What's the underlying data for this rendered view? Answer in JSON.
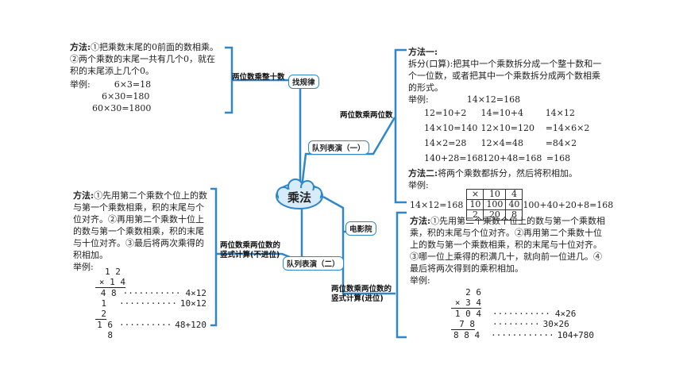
{
  "center": {
    "title": "乘法"
  },
  "branches": {
    "top": {
      "title": "找规律",
      "sub": "两位数乘整十数"
    },
    "mid": {
      "title": "队列表演（一）",
      "sub": "两位数乘两位数"
    },
    "bottom": {
      "title": "队列表演（二）",
      "sub_line1": "两位数乘两位数的",
      "sub_line2": "竖式计算(不进位)"
    },
    "right": {
      "title": "电影院",
      "sub_line1": "两位数乘两位数的",
      "sub_line2": "竖式计算(进位)"
    }
  },
  "box_top_left": {
    "label": "方法:",
    "text": "①把乘数末尾的0前面的数相乘。②两个乘数的末尾一共有几个0，就在积的末尾添上几个0。",
    "example_label": "举例:",
    "ex1": "6×3=18",
    "ex2": "6×30=180",
    "ex3": "60×30=1800"
  },
  "box_top_right": {
    "m1_label": "方法一:",
    "m1_text": "拆分(口算):把其中一个乘数拆分成一个整十数和一个一位数，或者把其中一个乘数拆分成两个数相乘的形式。",
    "example_label": "举例:",
    "example_expr": "14×12=168",
    "rows": [
      [
        "12=10+2",
        "14=10+4",
        "14×12"
      ],
      [
        "14×10=140",
        "12×10=120",
        "=14×6×2"
      ],
      [
        "14×2=28",
        "12×4=48",
        "=84×2"
      ],
      [
        "140+28=168",
        "120+48=168",
        "=168"
      ]
    ],
    "m2_label": "方法二:",
    "m2_text": "将两个乘数都拆分，然后将积相加。",
    "m2_example_label": "举例:",
    "m2_expr": "14×12=168",
    "table": [
      [
        "×",
        "10",
        "4"
      ],
      [
        "10",
        "100",
        "40"
      ],
      [
        "2",
        "20",
        "8"
      ]
    ],
    "m2_sum": "100+40+20+8=168"
  },
  "box_bottom_left": {
    "label": "方法:",
    "text": "①先用第二个乘数个位上的数与第一个乘数相乘，积的末尾与个位对齐。②再用第二个乘数十位上的数与第一个乘数相乘，积的末尾与十位对齐。③最后将两次乘得的积相加。",
    "example_label": "举例:",
    "vert": [
      "1 2",
      "× 1 4",
      "4 8",
      "1 2",
      "1 6 8"
    ],
    "notes": [
      "4×12",
      "10×12",
      "48+120"
    ]
  },
  "box_bottom_right": {
    "label": "方法:",
    "text": "①先用第二个乘数个位上的数与第一个乘数相乘，积的末尾与个位对齐。②再用第二个乘数十位上的数与第一个乘数相乘，积的末尾与十位对齐。③哪一位上乘得的积满几十，就向前一位进几。④最后将两次得到的乘积相加。",
    "example_label": "举例:",
    "vert": [
      "2 6",
      "× 3 4",
      "1 0 4",
      "7 8",
      "8 8 4"
    ],
    "notes": [
      "4×26",
      "30×26",
      "104+780"
    ]
  },
  "colors": {
    "line": "#2f86c8",
    "cloud_fill": "#d7ecfa"
  }
}
